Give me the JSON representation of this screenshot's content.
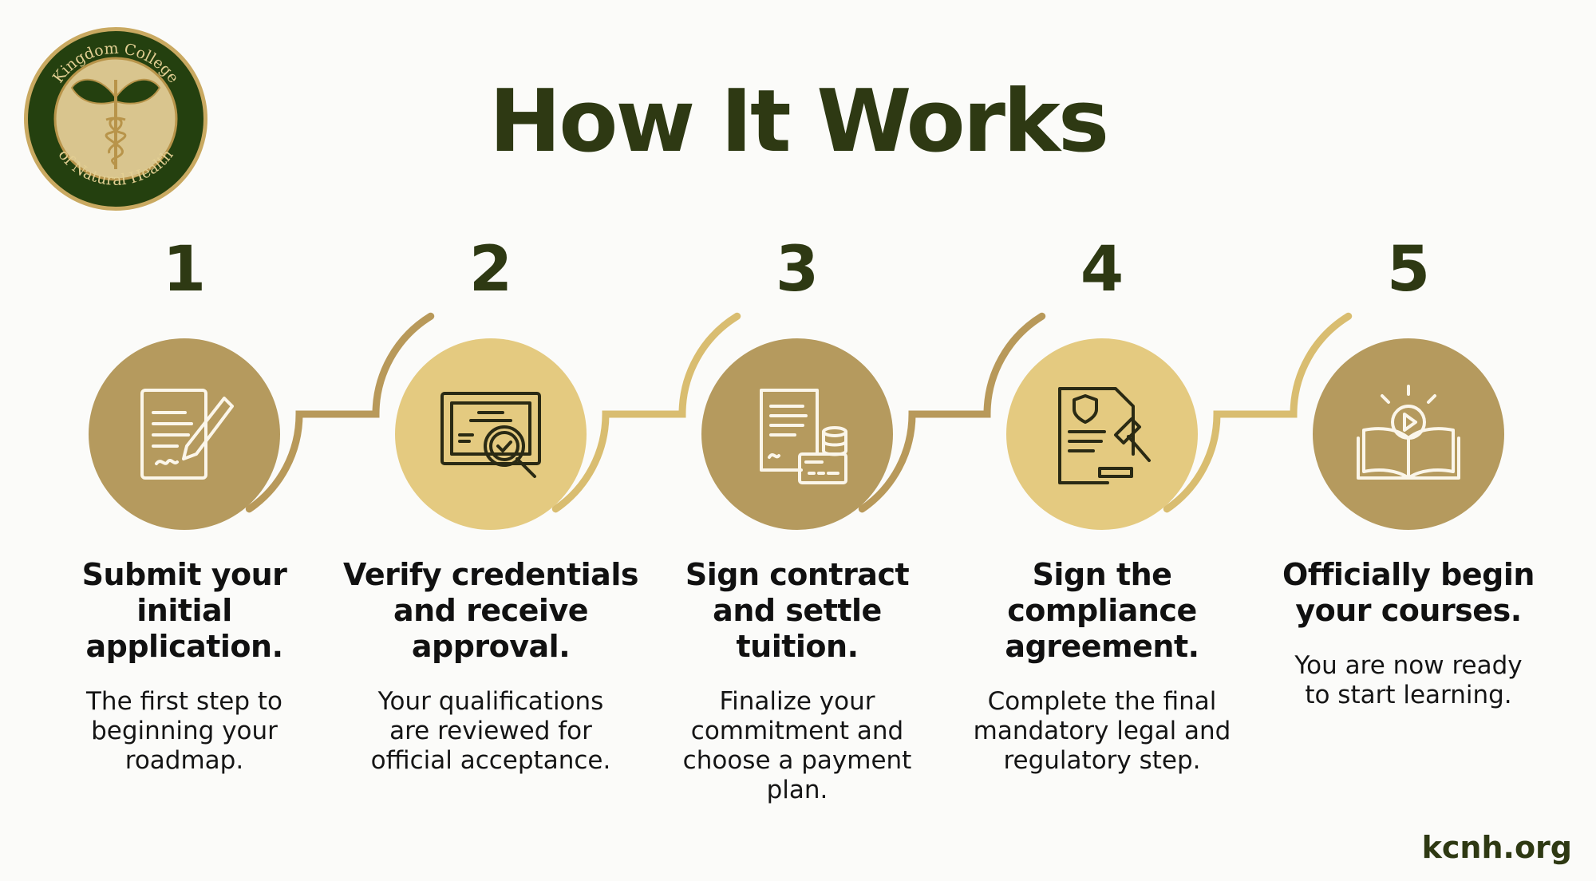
{
  "logo": {
    "top_text": "Kingdom College",
    "bottom_text": "of Natural Health"
  },
  "title": "How It Works",
  "colors": {
    "dark_gold": "#b59a5e",
    "light_gold": "#e4ca80",
    "green": "#2e3913",
    "line": "#b8995a"
  },
  "steps": [
    {
      "number": "1",
      "icon": "document-pen-icon",
      "heading": "Submit your\ninitial\napplication.",
      "description": "The first step to\nbeginning your\nroadmap."
    },
    {
      "number": "2",
      "icon": "certificate-magnifier-icon",
      "heading": "Verify credentials\nand receive\napproval.",
      "description": "Your qualifications\nare reviewed for\nofficial acceptance."
    },
    {
      "number": "3",
      "icon": "contract-payment-icon",
      "heading": "Sign contract\nand settle\ntuition.",
      "description": "Finalize your\ncommitment and\nchoose a payment\nplan."
    },
    {
      "number": "4",
      "icon": "legal-document-gavel-icon",
      "heading": "Sign the\ncompliance\nagreement.",
      "description": "Complete the final\nmandatory legal and\nregulatory step."
    },
    {
      "number": "5",
      "icon": "open-book-play-icon",
      "heading": "Officially begin\nyour courses.",
      "description": "You are now ready\nto start learning."
    }
  ],
  "footer": {
    "site": "kcnh.org"
  }
}
